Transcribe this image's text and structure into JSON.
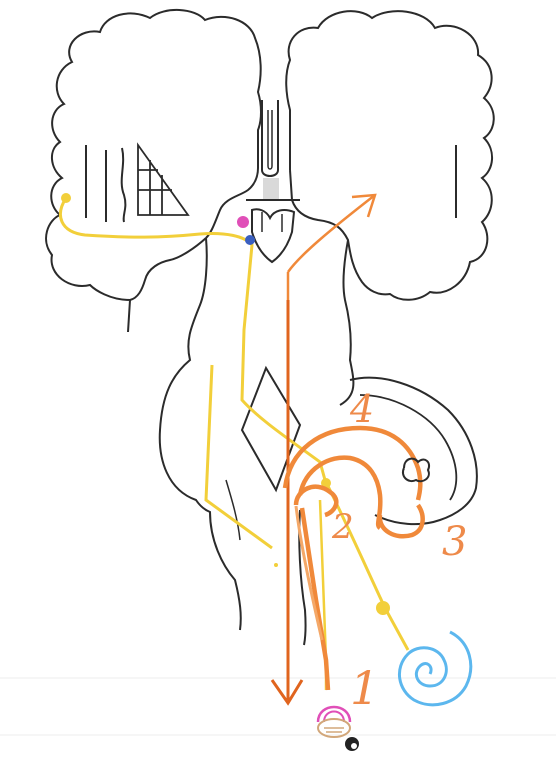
{
  "diagram": {
    "labels": {
      "one": "1",
      "two": "2",
      "three": "3",
      "four": "4"
    },
    "colors": {
      "outline": "#2b2b2b",
      "yellow_pathway": "#f2cf3a",
      "orange_pathway": "#f0893a",
      "orange_thin": "#f4a868",
      "orange_dark": "#e0641e",
      "cochlea": "#5cb7ee",
      "pink": "#e04fb8",
      "blue_node": "#3a5fc0",
      "label": "#ee8a4a"
    }
  }
}
